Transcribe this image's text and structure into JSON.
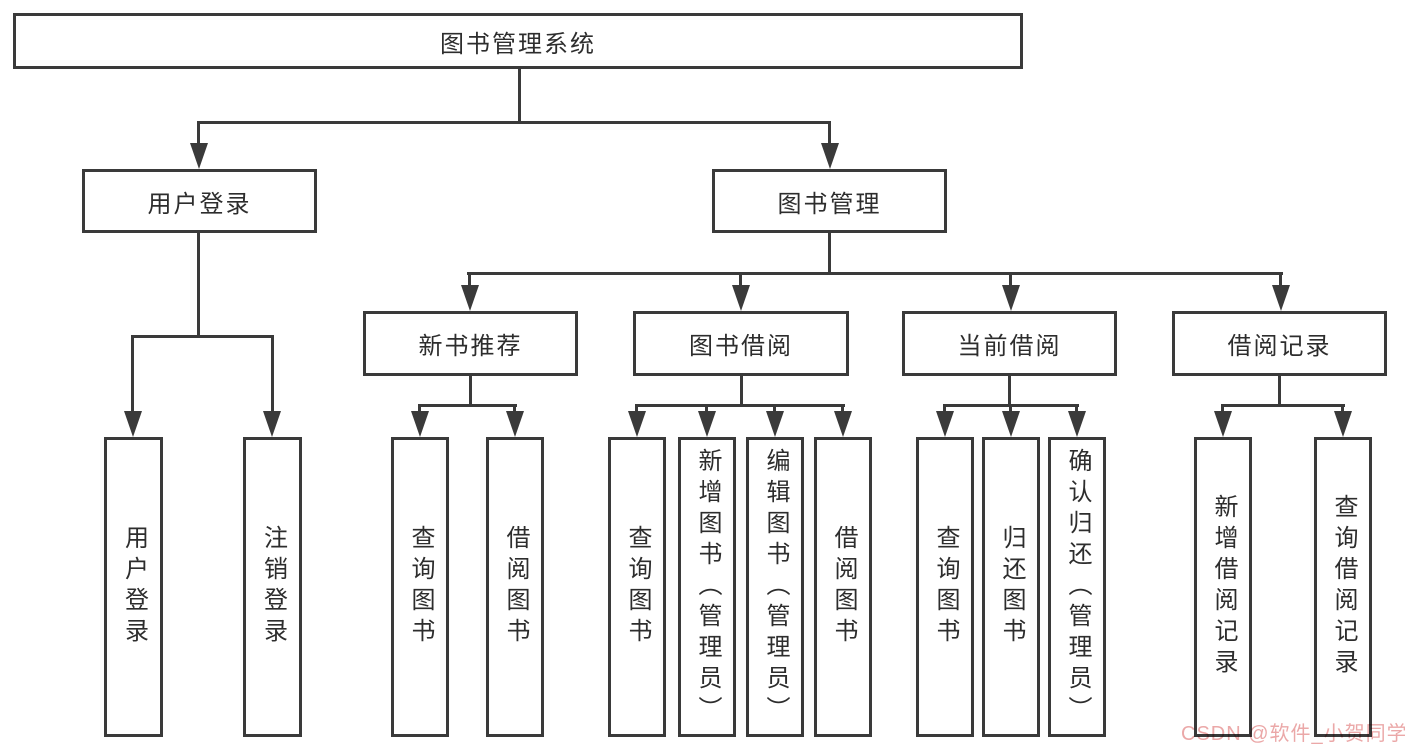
{
  "diagram": {
    "title": "图书管理系统",
    "level2": [
      {
        "label": "用户登录"
      },
      {
        "label": "图书管理"
      }
    ],
    "level3": [
      {
        "label": "新书推荐"
      },
      {
        "label": "图书借阅"
      },
      {
        "label": "当前借阅"
      },
      {
        "label": "借阅记录"
      }
    ],
    "leaves": {
      "login": [
        {
          "label": "用户登录"
        },
        {
          "label": "注销登录"
        }
      ],
      "recommend": [
        {
          "label": "查询图书"
        },
        {
          "label": "借阅图书"
        }
      ],
      "borrow": [
        {
          "label": "查询图书"
        },
        {
          "label": "新增图书（管理员）"
        },
        {
          "label": "编辑图书（管理员）"
        },
        {
          "label": "借阅图书"
        }
      ],
      "current": [
        {
          "label": "查询图书"
        },
        {
          "label": "归还图书"
        },
        {
          "label": "确认归还（管理员）"
        }
      ],
      "records": [
        {
          "label": "新增借阅记录"
        },
        {
          "label": "查询借阅记录"
        }
      ]
    },
    "watermark": "CSDN @软件_小贺同学",
    "colors": {
      "line": "#3a3a3a",
      "text": "#2d2d2d",
      "background": "#ffffff",
      "watermark": "#eba8a8"
    }
  }
}
